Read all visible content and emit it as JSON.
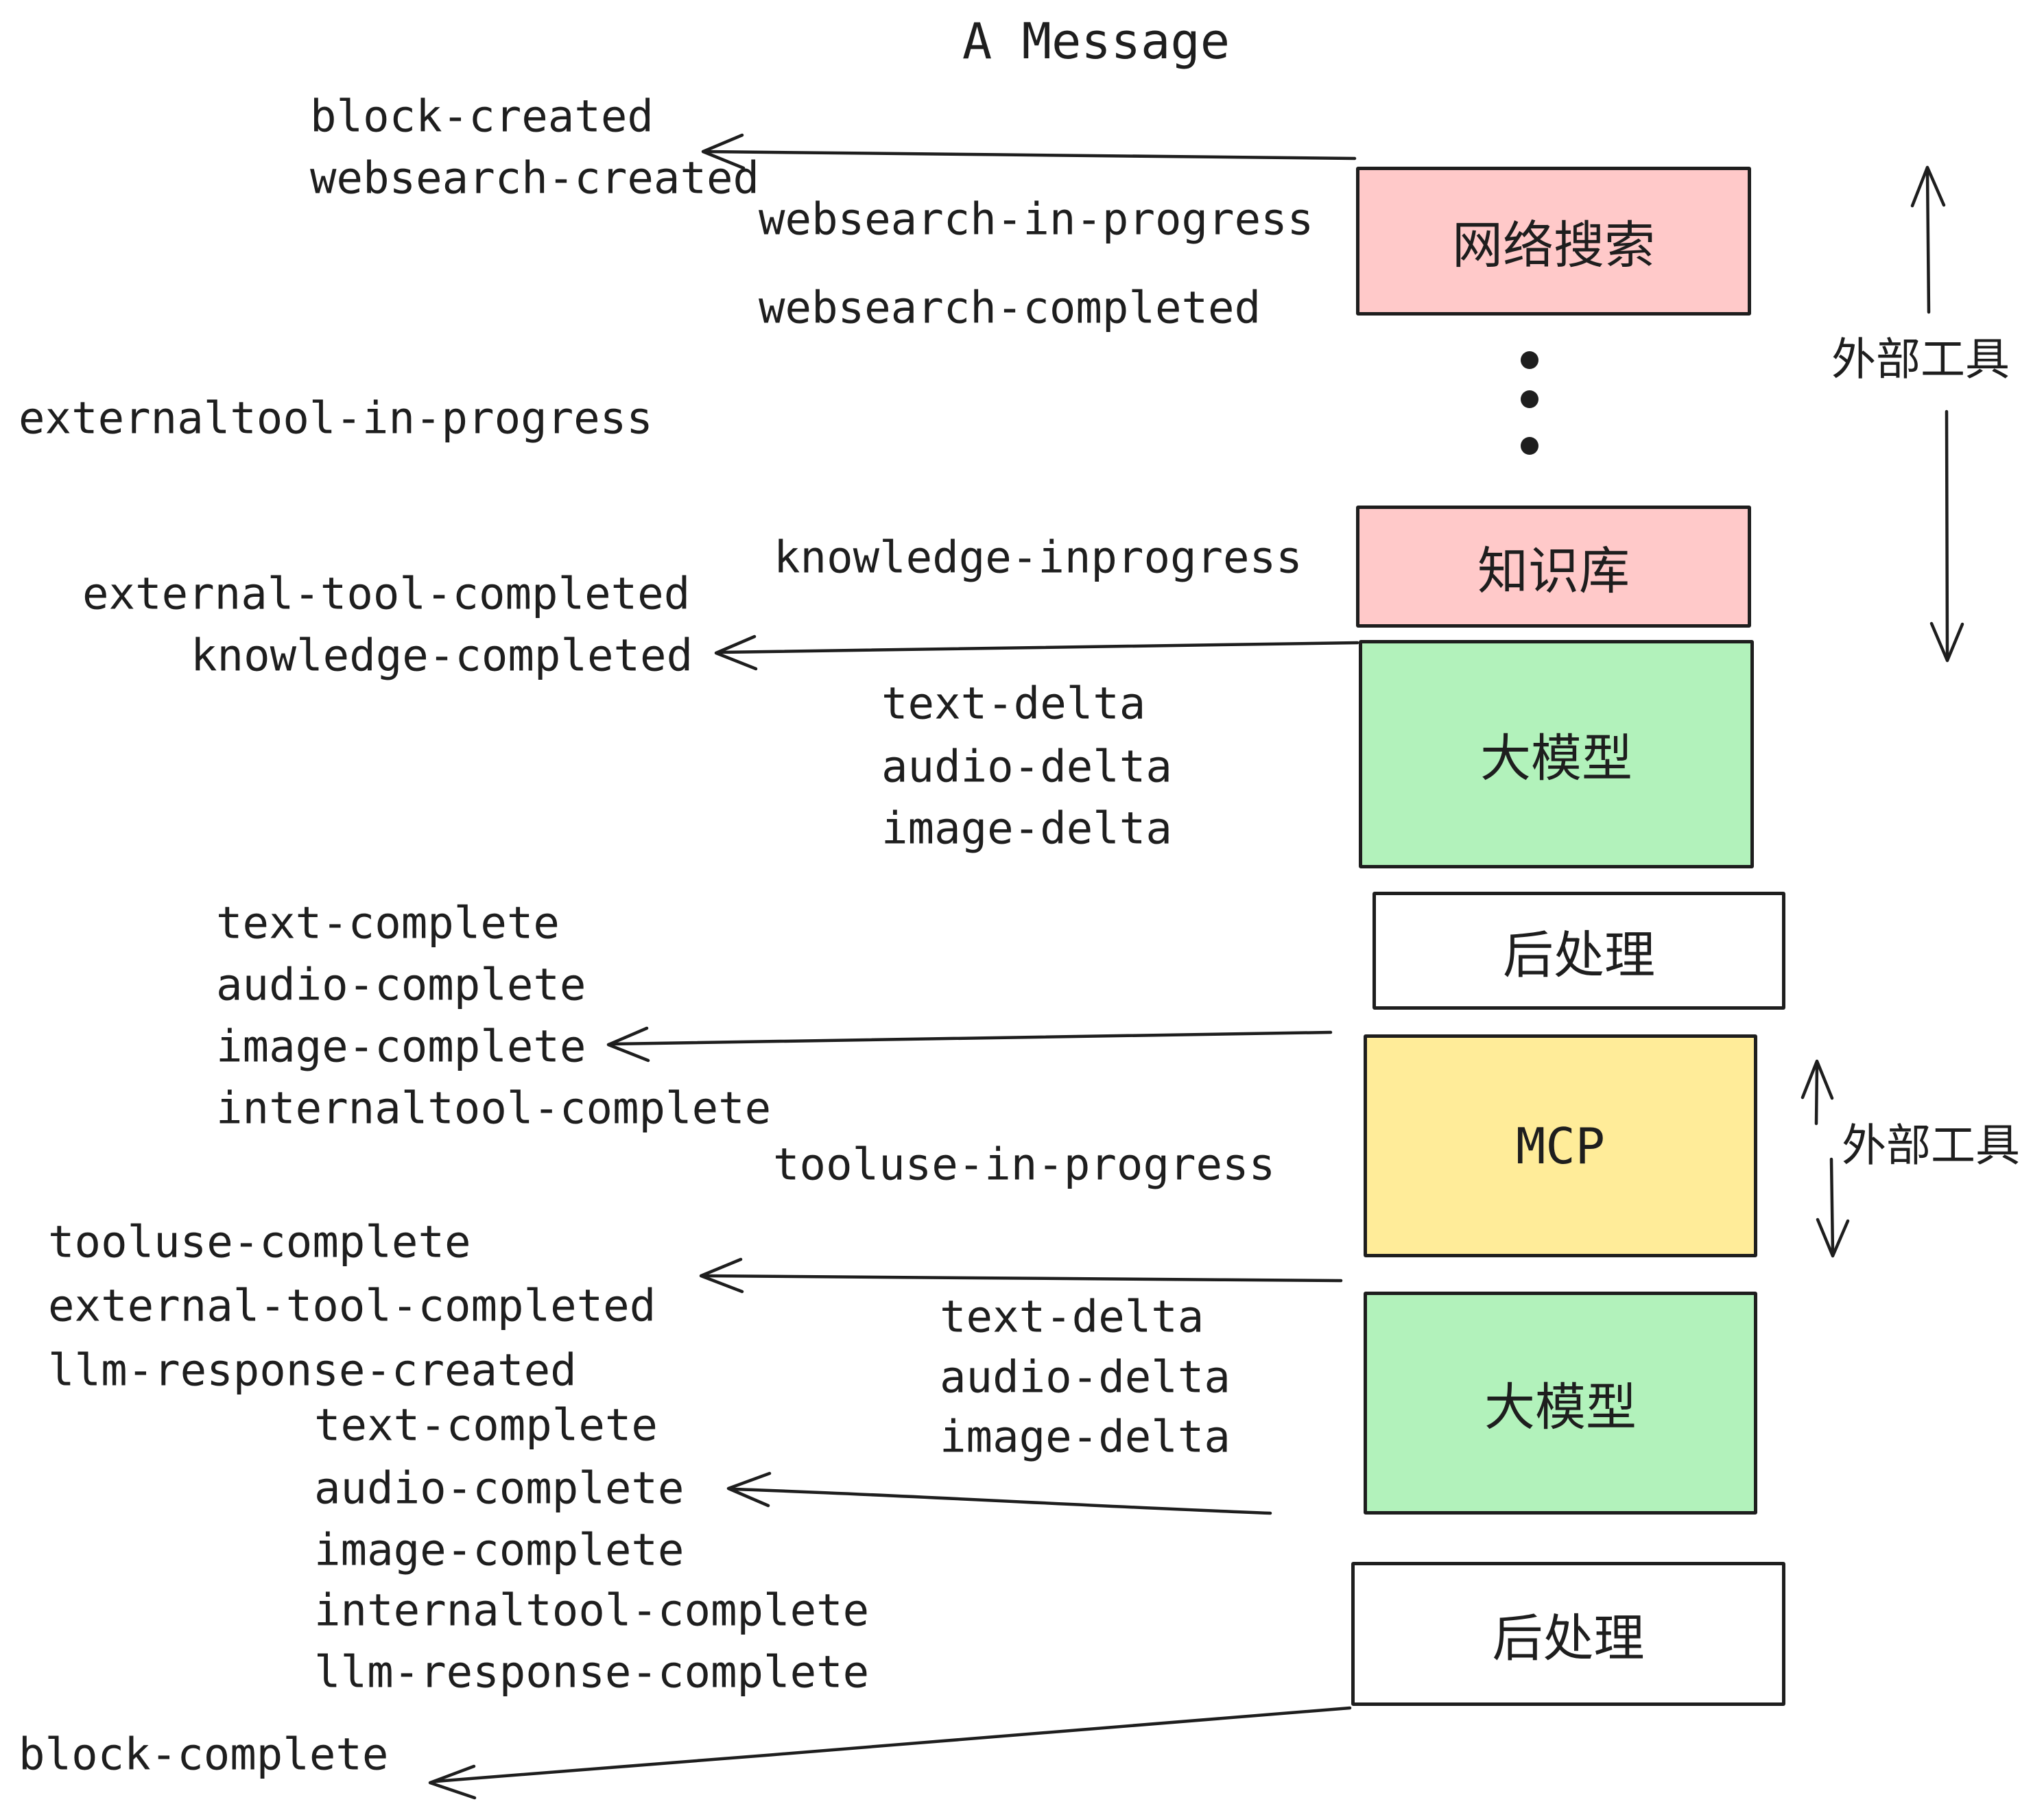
{
  "title": "A Message",
  "colors": {
    "stroke": "#1e1e1e",
    "stage_external_tool": "#ffc9c9",
    "stage_llm": "#b2f2bb",
    "stage_mcp": "#ffec99",
    "stage_postprocess": "#ffffff",
    "background": "#ffffff"
  },
  "stages": {
    "websearch": {
      "label": "网络搜索"
    },
    "knowledge": {
      "label": "知识库"
    },
    "llm1": {
      "label": "大模型"
    },
    "post1": {
      "label": "后处理"
    },
    "mcp": {
      "label": "MCP"
    },
    "llm2": {
      "label": "大模型"
    },
    "post2": {
      "label": "后处理"
    }
  },
  "side_labels": {
    "external_tools_top": "外部工具",
    "external_tools_mid": "外部工具"
  },
  "events": {
    "block_created": "block-created",
    "websearch_created": "websearch-created",
    "websearch_in_progress": "websearch-in-progress",
    "websearch_completed": "websearch-completed",
    "externaltool_in_progress": "externaltool-in-progress",
    "knowledge_inprogress": "knowledge-inprogress",
    "external_tool_completed_1": "external-tool-completed",
    "knowledge_completed": "knowledge-completed",
    "text_delta_1": "text-delta",
    "audio_delta_1": "audio-delta",
    "image_delta_1": "image-delta",
    "text_complete_1": "text-complete",
    "audio_complete_1": "audio-complete",
    "image_complete_1": "image-complete",
    "internaltool_complete_1": "internaltool-complete",
    "tooluse_in_progress": "tooluse-in-progress",
    "tooluse_complete": "tooluse-complete",
    "external_tool_completed_2": "external-tool-completed",
    "llm_response_created": "llm-response-created",
    "text_complete_2": "text-complete",
    "audio_complete_2": "audio-complete",
    "image_complete_2": "image-complete",
    "internaltool_complete_2": "internaltool-complete",
    "llm_response_complete": "llm-response-complete",
    "block_complete": "block-complete",
    "text_delta_2": "text-delta",
    "audio_delta_2": "audio-delta",
    "image_delta_2": "image-delta"
  }
}
